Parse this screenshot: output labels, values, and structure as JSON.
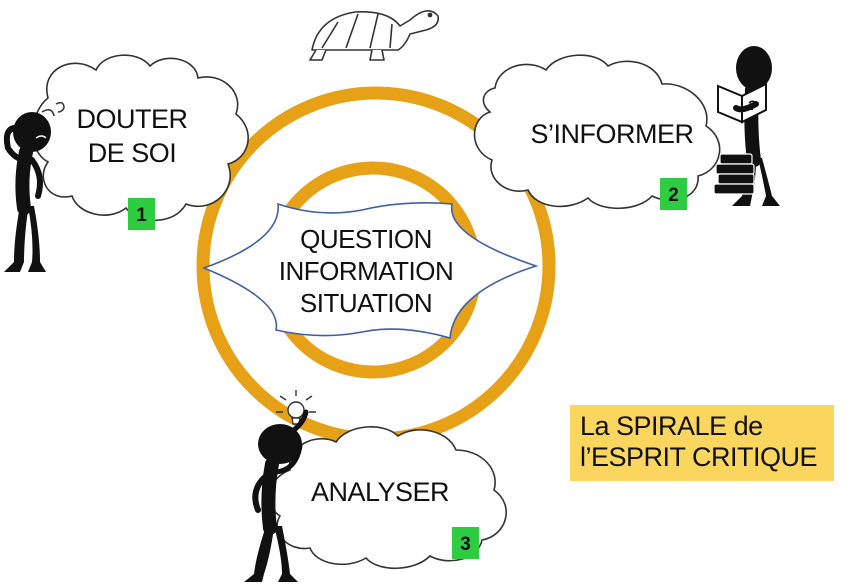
{
  "steps": [
    {
      "number": "1",
      "lines": [
        "DOUTER",
        "DE SOI"
      ]
    },
    {
      "number": "2",
      "lines": [
        "S’INFORMER"
      ]
    },
    {
      "number": "3",
      "lines": [
        "ANALYSER"
      ]
    }
  ],
  "center": {
    "lines": [
      "QUESTION",
      "INFORMATION",
      "SITUATION"
    ]
  },
  "title": {
    "line1": "La SPIRALE de",
    "line2": "l’ESPRIT CRITIQUE"
  },
  "colors": {
    "spiral": "#e6a117",
    "badge": "#2ecc40",
    "center_outline": "#3f5fa8",
    "title_bg": "#fbd65e"
  },
  "icons": [
    "tortoise-icon",
    "doubting-person-icon",
    "reading-person-icon",
    "idea-person-icon",
    "lightbulb-icon",
    "books-icon"
  ]
}
